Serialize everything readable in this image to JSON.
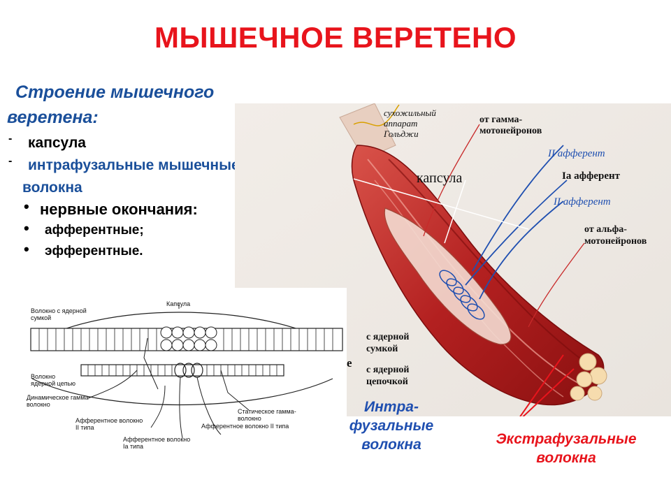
{
  "title": "МЫШЕЧНОЕ ВЕРЕТЕНО",
  "structure": {
    "heading_line1": "Строение мышечного",
    "heading_line2": "веретена:",
    "items": [
      "капсула",
      "интрафузальные мышечные",
      "волокна"
    ],
    "nerve_endings": "нервные окончания:",
    "afferent": "афферентные;",
    "efferent": "эфферентные."
  },
  "illustration": {
    "golgi": [
      "сухожильный",
      "аппарат",
      "Гольджи"
    ],
    "gamma": [
      "от гамма-",
      "мотонейронов"
    ],
    "ii_afferent_top": "II афферент",
    "capsule": "капсула",
    "ia_afferent": "Ia афферент",
    "ii_afferent_bottom": "II афферент",
    "alpha": [
      "от альфа-",
      "мотонейронов"
    ],
    "nuclear_bag": [
      "с ядерной",
      "сумкой"
    ],
    "nuclear_chain": [
      "с ядерной",
      "цепочкой"
    ],
    "stray_letter": "е"
  },
  "schematic": {
    "capsule": "Капсула",
    "bag_fiber": [
      "Волокно с ядерной",
      "сумкой"
    ],
    "chain_fiber": [
      "Волокно",
      "ядерной цепью"
    ],
    "dynamic_gamma": [
      "Динамическое гамма-",
      "волокно"
    ],
    "aff_ii_left": [
      "Афферентное волокно",
      "II типа"
    ],
    "aff_ia": [
      "Афферентное волокно",
      "Ia типа"
    ],
    "static_gamma": [
      "Статическое гамма-",
      "волокно"
    ],
    "aff_ii_right": "Афферентное волокно II типа"
  },
  "captions": {
    "intrafusal": [
      "Интра-",
      "фузальные",
      "волокна"
    ],
    "extrafusal": [
      "Экстрафузальные",
      "волокна"
    ]
  },
  "colors": {
    "title": "#e8141c",
    "heading": "#1a4f9a",
    "muscle": "#b32020",
    "nerve": "#1f4fb0"
  }
}
